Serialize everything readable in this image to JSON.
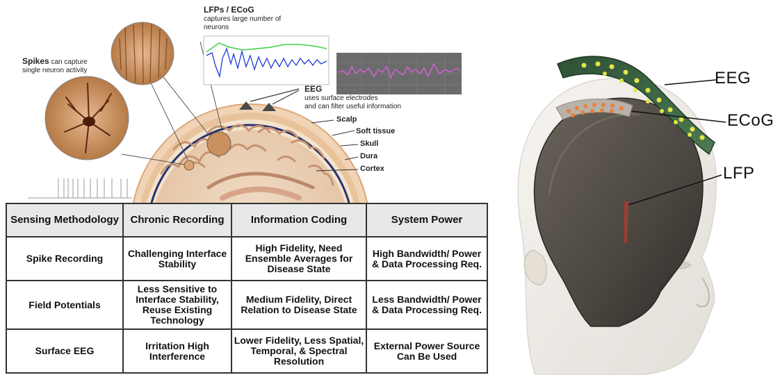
{
  "brain_figure": {
    "lfp_title": "LFPs / ECoG",
    "lfp_desc_line1": "captures large number of",
    "lfp_desc_line2": "neurons",
    "spikes_title": "Spikes",
    "spikes_desc_1": "can capture",
    "spikes_desc_2": "single neuron activity",
    "eeg_title": "EEG",
    "eeg_desc_line1": "uses surface electrodes",
    "eeg_desc_line2": "and can filter useful information",
    "layers": [
      "Scalp",
      "Soft tissue",
      "Skull",
      "Dura",
      "Cortex"
    ]
  },
  "table": {
    "headers": [
      "Sensing Methodology",
      "Chronic Recording",
      "Information Coding",
      "System Power"
    ],
    "rows": [
      [
        "Spike Recording",
        "Challenging Interface Stability",
        "High Fidelity, Need Ensemble Averages for Disease State",
        "High Bandwidth/ Power & Data Processing Req."
      ],
      [
        "Field Potentials",
        "Less Sensitive to Interface Stability, Reuse Existing Technology",
        "Medium Fidelity, Direct Relation to Disease State",
        "Less Bandwidth/ Power & Data Processing Req."
      ],
      [
        "Surface EEG",
        "Irritation High Interference",
        "Lower Fidelity, Less Spatial, Temporal, & Spectral Resolution",
        "External Power Source Can Be Used"
      ]
    ]
  },
  "head_figure": {
    "labels": [
      "EEG",
      "ECoG",
      "LFP"
    ]
  },
  "colors": {
    "eeg_sheet": "#3f6a45",
    "eeg_dots": "#e1e547",
    "ecog_dots": "#e8803c",
    "skull": "#4b4640",
    "skin": "#ece8e2",
    "lfp_trace_blue": "#1e3ad6",
    "lfp_trace_green": "#3fd04a",
    "ecog_trace": "#e060e0",
    "ecog_bg": "#6b6b6b"
  }
}
